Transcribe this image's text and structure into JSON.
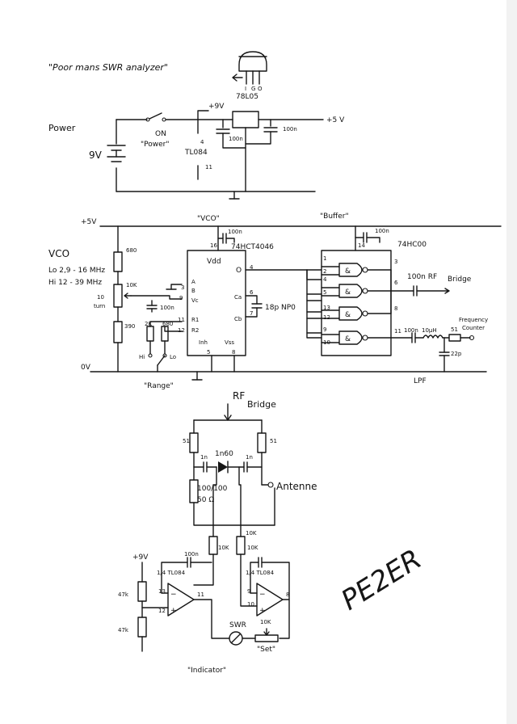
{
  "title": "\"Poor mans SWR analyzer\"",
  "signature": "PE2ER",
  "power": {
    "section_label": "Power",
    "battery": "9V",
    "switch_label": "ON",
    "switch_name": "\"Power\"",
    "regulator": "78L05",
    "plus9v": "+9V",
    "plus5v": "+5 V",
    "cap_100n_a": "100n",
    "cap_100n_b": "100n",
    "tl084_pin4": "4",
    "tl084": "TL084",
    "tl084_pin11": "11"
  },
  "oscillator": {
    "rail": "+5V",
    "ground": "0V",
    "vco_label": "\"VCO\"",
    "buffer_label": "\"Buffer\"",
    "chip1": "74HCT4046",
    "chip2": "74HC00",
    "cap_chip1": "100n",
    "cap_chip2": "100n",
    "pin16": "16",
    "pin14": "14",
    "vco_title": "VCO",
    "lo_range": "Lo 2,9 - 16 MHz",
    "hi_range": "Hi 12 - 39 MHz",
    "r680": "680",
    "pot_10k": "10K",
    "pot_turn": "10",
    "pot_turn2": "turn",
    "r390": "390",
    "cap_vc": "100n",
    "r2k": "2K",
    "r680b": "680",
    "range_hi": "Hi",
    "range_lo": "Lo",
    "range_label": "\"Range\"",
    "ic1_pins": {
      "vdd": "Vdd",
      "a": "A",
      "b": "B",
      "vc": "Vc",
      "r1": "R1",
      "r2": "R2",
      "inh": "Inh",
      "vss": "Vss",
      "o": "O",
      "ca": "Ca",
      "cb": "Cb",
      "p3": "3",
      "p5": "5",
      "p9": "9",
      "p11": "11",
      "p12": "12",
      "p4": "4",
      "p6": "6",
      "p7": "7",
      "p8": "8"
    },
    "cap_18p": "18p NP0",
    "nand": "&",
    "nand_pins": [
      "1",
      "2",
      "3",
      "4",
      "5",
      "6",
      "13",
      "12",
      "8",
      "9",
      "10",
      "11"
    ],
    "rf_out": "100n RF",
    "rf_bridge": "Bridge",
    "freq_label1": "Frequency",
    "freq_label2": "Counter",
    "lpf_r": "100n",
    "lpf_l": "10µH",
    "r51": "51",
    "cap_22p": "22p",
    "lpf_label": "LPF"
  },
  "bridge": {
    "title": "RF",
    "title2": "Bridge",
    "r51a": "51",
    "r51b": "51",
    "cap1n_a": "1n",
    "diode": "1n60",
    "cap1n_b": "1n",
    "r100": "100/100",
    "r50": "50 Ω",
    "antenna": "Antenne",
    "r10k_a": "10K",
    "r10k_b": "10K",
    "r10k_c": "10K"
  },
  "indicator": {
    "plus9v": "+9V",
    "cap100n": "100n",
    "opamp1": "1/4 TL084",
    "opamp2": "1/4 TL084",
    "r47k_a": "47k",
    "r47k_b": "47k",
    "p13": "13",
    "p12": "12",
    "p11": "11",
    "p10": "10",
    "p9": "9",
    "p8": "8",
    "swr": "SWR",
    "set": "\"Set\"",
    "label": "\"Indicator\""
  }
}
